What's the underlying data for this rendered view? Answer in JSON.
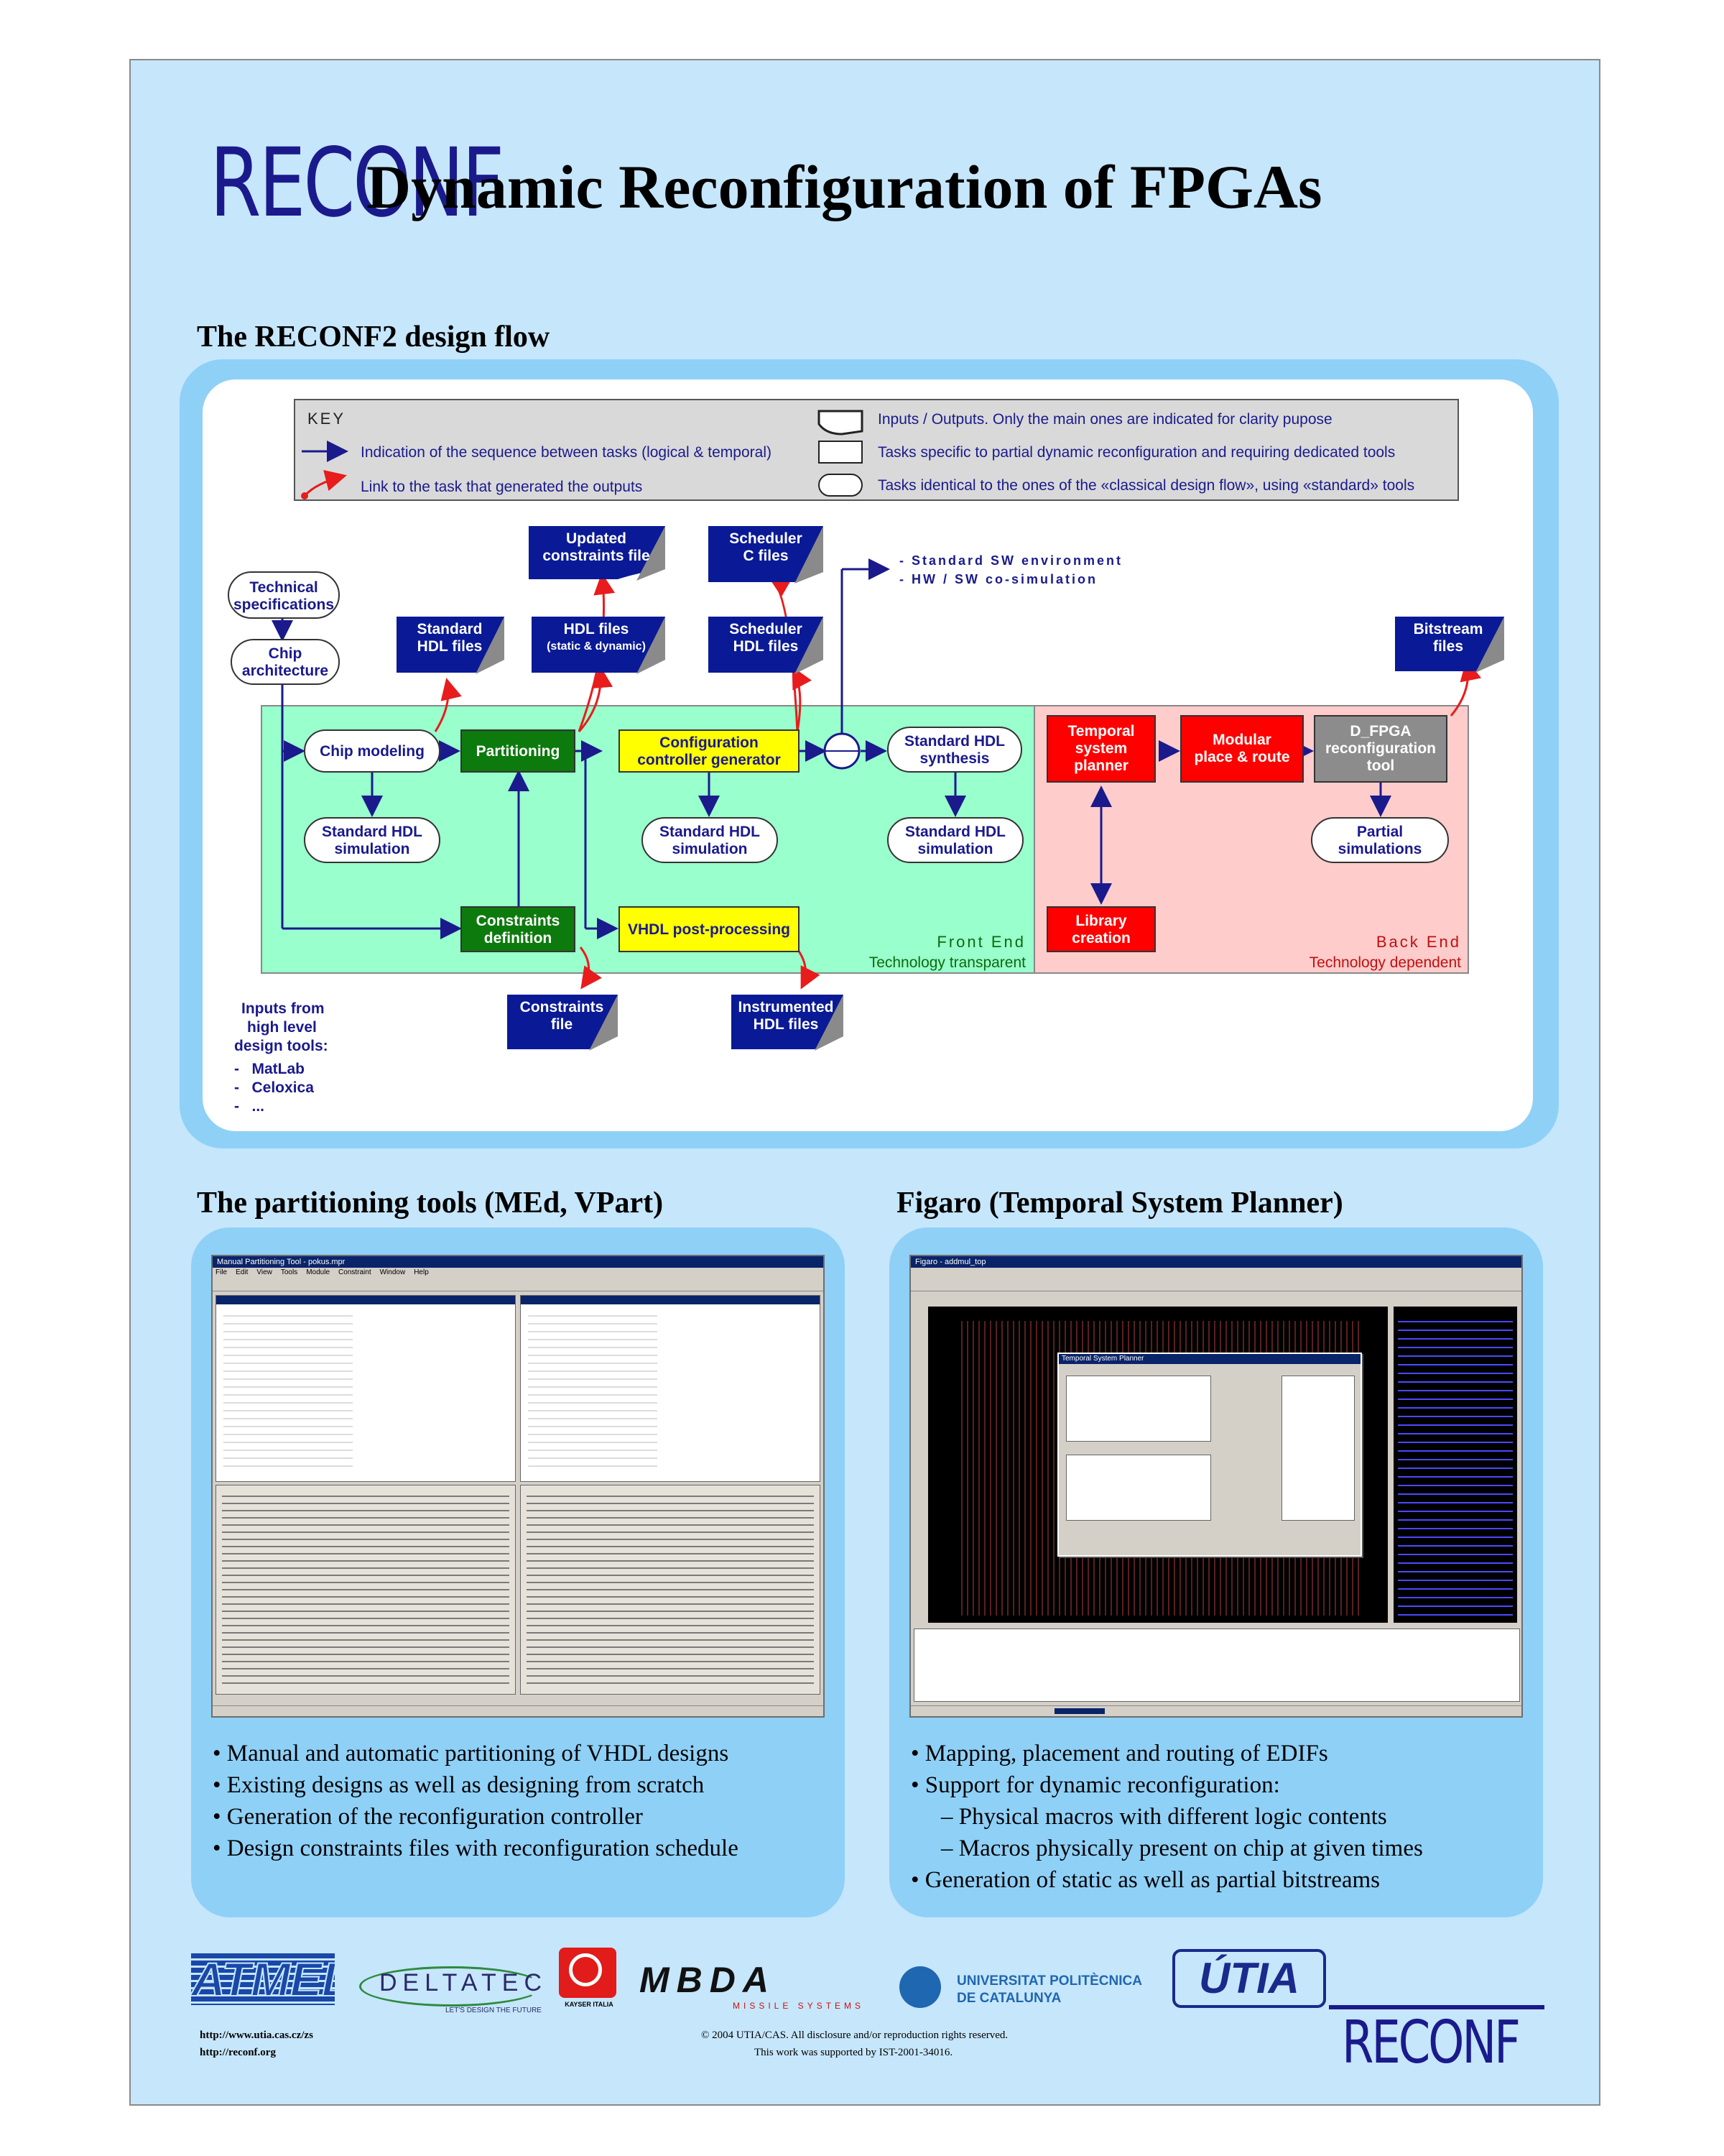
{
  "header": {
    "logo": "RECONF",
    "title": "Dynamic Reconfiguration of FPGAs"
  },
  "design_flow": {
    "section_title": "The RECONF2 design flow",
    "key": {
      "heading": "KEY",
      "arrow_seq": "Indication of the sequence between tasks (logical & temporal)",
      "arrow_link": "Link to the task that generated the outputs",
      "io": "Inputs / Outputs. Only the main ones are indicated for clarity pupose",
      "rect": "Tasks specific to partial dynamic reconfiguration and requiring dedicated tools",
      "oval": "Tasks identical to the ones of the «classical  design flow», using «standard»  tools"
    },
    "nodes": {
      "tech_spec": [
        "Technical",
        "specifications"
      ],
      "chip_arch": [
        "Chip",
        "architecture"
      ],
      "chip_modeling": [
        "Chip modeling"
      ],
      "partitioning": [
        "Partitioning"
      ],
      "config_gen": [
        "Configuration",
        "controller generator"
      ],
      "std_synth": [
        "Standard HDL",
        "synthesis"
      ],
      "sim1": [
        "Standard HDL",
        "simulation"
      ],
      "sim2": [
        "Standard HDL",
        "simulation"
      ],
      "sim3": [
        "Standard HDL",
        "simulation"
      ],
      "constraints_def": [
        "Constraints",
        "definition"
      ],
      "vhdl_post": [
        "VHDL post-processing"
      ],
      "temporal": [
        "Temporal",
        "system",
        "planner"
      ],
      "modular": [
        "Modular",
        "place & route"
      ],
      "dfpga": [
        "D_FPGA",
        "reconfiguration",
        "tool"
      ],
      "partial_sim": [
        "Partial",
        "simulations"
      ],
      "library": [
        "Library",
        "creation"
      ]
    },
    "files": {
      "updated_constraints": [
        "Updated",
        "constraints file"
      ],
      "scheduler_c": [
        "Scheduler",
        "C files"
      ],
      "std_hdl_files": [
        "Standard",
        "HDL files"
      ],
      "hdl_files": [
        "HDL files",
        "(static & dynamic)"
      ],
      "scheduler_hdl": [
        "Scheduler",
        "HDL files"
      ],
      "bitstream": [
        "Bitstream",
        "files"
      ],
      "constraints_file": [
        "Constraints",
        "file"
      ],
      "instrumented": [
        "Instrumented",
        "HDL files"
      ]
    },
    "sw_env": [
      "- Standard SW environment",
      "- HW / SW co-simulation"
    ],
    "front_end": "Front End",
    "front_end_sub": "Technology transparent",
    "back_end": "Back End",
    "back_end_sub": "Technology dependent",
    "inputs_from": [
      "Inputs from",
      "high level",
      "design tools:",
      "-   MatLab",
      "-   Celoxica",
      "-   ..."
    ],
    "colors": {
      "front": "#99ffcc",
      "back": "#ffcccc",
      "green_box": "#0d7a0d",
      "yellow_box": "#ffff00",
      "red_box": "#ff0000",
      "gray_box": "#8c8c8c",
      "file_blue": "#0a1a96",
      "arrow_blue": "#1a1a8c",
      "link_red": "#e81c1c"
    }
  },
  "partitioning": {
    "section_title": "The partitioning tools (MEd, VPart)",
    "window_title": "Manual Partitioning Tool - pokus.mpr",
    "menu": [
      "File",
      "Edit",
      "View",
      "Tools",
      "Module",
      "Constraint",
      "Window",
      "Help"
    ],
    "bullets": [
      "• Manual and automatic partitioning of VHDL designs",
      "• Existing designs as well as designing from scratch",
      "• Generation of the reconfiguration controller",
      "• Design constraints files with reconfiguration schedule"
    ]
  },
  "figaro": {
    "section_title": "Figaro (Temporal System Planner)",
    "window_title": "Figaro - addmul_top",
    "dialog_title": "Temporal System Planner",
    "bullets": [
      "• Mapping, placement and routing of EDIFs",
      "• Support for dynamic reconfiguration:",
      "– Physical macros with different logic contents",
      "– Macros physically present on chip at given times",
      "• Generation of static as well as partial bitstreams"
    ]
  },
  "partners": [
    "ATMEL",
    "DELTATEC",
    "KAYSER ITALIA",
    "MBDA",
    "UNIVERSITAT POLITÈCNICA DE CATALUNYA",
    "ÚTIA"
  ],
  "partner_sub": {
    "deltatec": "LET'S DESIGN THE FUTURE",
    "mbda": "MISSILE SYSTEMS",
    "upc1": "UNIVERSITAT POLITÈCNICA",
    "upc2": "DE CATALUNYA"
  },
  "footer": {
    "url1": "http://www.utia.cas.cz/zs",
    "url2": "http://reconf.org",
    "copyright": "© 2004 UTIA/CAS. All disclosure and/or reproduction rights reserved.",
    "support": "This work was supported by IST-2001-34016."
  }
}
